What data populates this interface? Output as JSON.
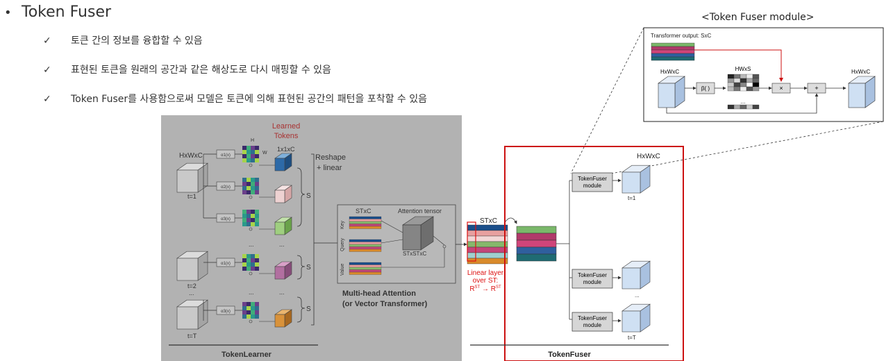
{
  "header": {
    "bullet_symbol": "•",
    "title": "Token Fuser",
    "check_symbol": "✓",
    "bullets": [
      "토큰 간의 정보를 융합할 수 있음",
      "표현된 토큰을 원래의 공간과 같은 해상도로 다시 매핑할 수 있음",
      "Token Fuser를 사용함으로써 모델은 토큰에 의해 표현된 공간의 패턴을 포착할 수 있음"
    ]
  },
  "module_caption": "<Token Fuser module>",
  "module_figure": {
    "transformer_output": "Transformer output: SxC",
    "left_label": "HxWxC",
    "beta_label": "β( )",
    "mid_label": "HWxS",
    "times_label": "×",
    "plus_label": "+",
    "right_label": "HxWxC",
    "dots": "..."
  },
  "token_learner": {
    "input_label": "HxWxC",
    "learned_tokens": "Learned\nTokens",
    "learned_tokens_line1": "Learned",
    "learned_tokens_line2": "Tokens",
    "h_label": "H",
    "w_label": "W",
    "token_label": "1x1xC",
    "reshape_line1": "Reshape",
    "reshape_line2": "+ linear",
    "alpha_labels": [
      "α1(x)",
      "α2(x)",
      "α3(x)",
      "α1(x)",
      "α3(x)"
    ],
    "s_label": "S",
    "time_labels": [
      "t=1",
      "t=2",
      "t=T"
    ],
    "dots": "...",
    "footer": "TokenLearner"
  },
  "attention": {
    "stxc": "STxC",
    "tensor_label": "Attention tensor",
    "key": "Key",
    "query": "Query",
    "value": "Value",
    "tensor_dims": "STxSTxC",
    "caption_line1": "Multi-head Attention",
    "caption_line2": "(or Vector Transformer)"
  },
  "linear_layer": {
    "line1": "Linear layer",
    "line2": "over ST:",
    "line3": "R",
    "sup1": "ST",
    "arrow": " → R",
    "sup2": "ST"
  },
  "token_fuser": {
    "stxc": "STxC",
    "output_label": "HxWxC",
    "module_line1": "TokenFuser",
    "module_line2": "module",
    "time_labels": [
      "t=1",
      "t=T"
    ],
    "dots": "...",
    "footer": "TokenFuser"
  },
  "colors": {
    "token_bands": [
      "#1a4e8a",
      "#e8a0a0",
      "#86b86b",
      "#c2477a",
      "#d98a2b"
    ],
    "fused_bands": [
      "#7ab86a",
      "#b03a6a",
      "#d0457a",
      "#2f5f9e",
      "#1f6b73"
    ],
    "panel_gray": "#b2b2b2",
    "fuser_border": "#cc1111",
    "learned_tokens_red": "#a83232"
  }
}
